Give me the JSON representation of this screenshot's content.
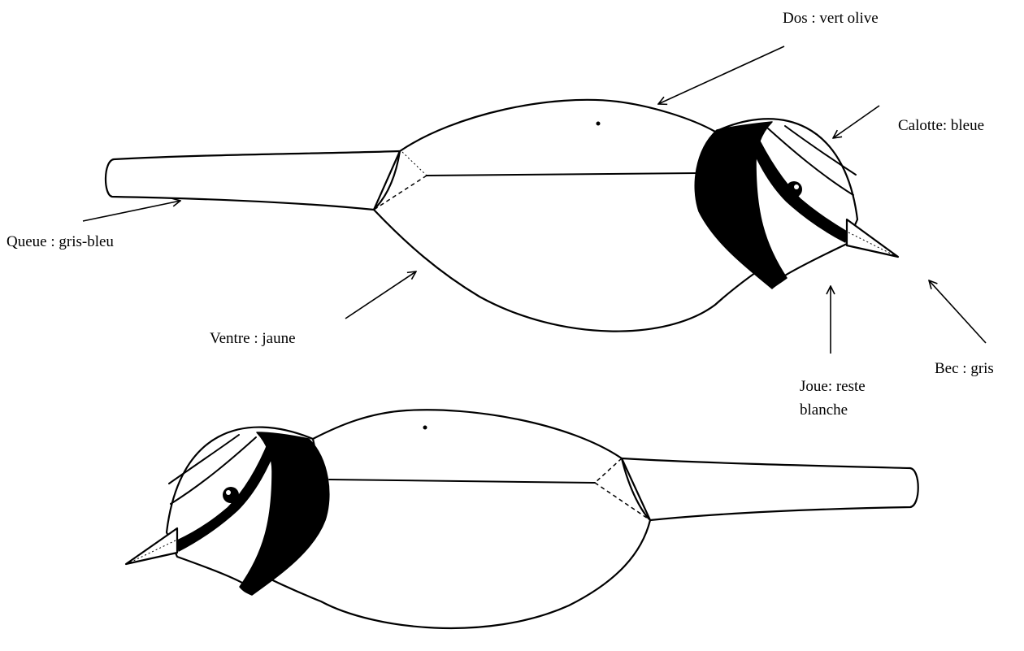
{
  "labels": {
    "dos": "Dos : vert olive",
    "calotte": "Calotte: bleue",
    "queue": "Queue : gris-bleu",
    "ventre": "Ventre : jaune",
    "joue_line1": "Joue: reste",
    "joue_line2": "blanche",
    "bec": "Bec : gris"
  }
}
